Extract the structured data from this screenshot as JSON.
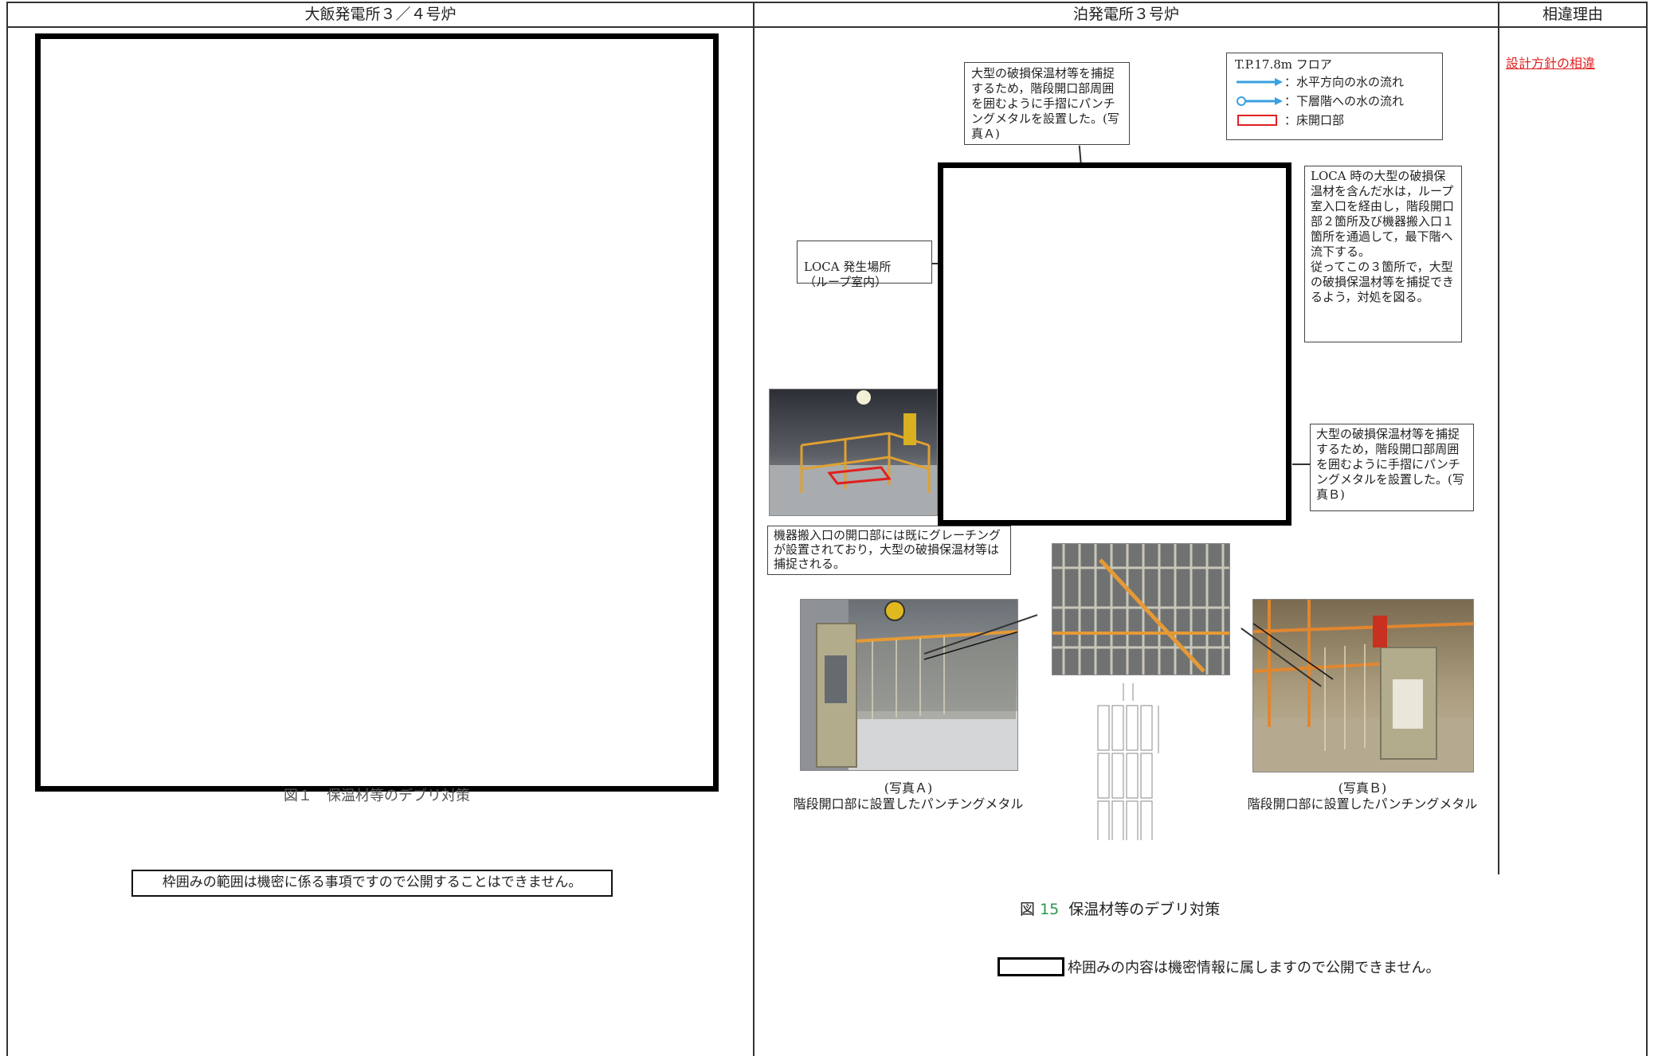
{
  "headers": {
    "col1": "大飯発電所３／４号炉",
    "col2": "泊発電所３号炉",
    "col3": "相違理由"
  },
  "left": {
    "figure_caption": "図１　保温材等のデブリ対策",
    "confidential_note": "枠囲みの範囲は機密に係る事項ですので公開することはできません。"
  },
  "right": {
    "callout_top": "大型の破損保温材等を捕捉するため，階段開口部周囲を囲むように手摺にパンチングメタルを設置した。(写真Ａ)",
    "legend": {
      "title": "T.P.17.8m フロア",
      "items": [
        {
          "label": "：水平方向の水の流れ",
          "icon": "arrow-horizontal-flow"
        },
        {
          "label": "：下層階への水の流れ",
          "icon": "arrow-downward-flow"
        },
        {
          "label": "：床開口部",
          "icon": "red-rectangle"
        }
      ],
      "colors": {
        "flow": "#3aa0e0",
        "opening": "#e02020"
      }
    },
    "callout_loca": "LOCA 発生場所\n（ループ室内）",
    "callout_right_top": "LOCA 時の大型の破損保温材を含んだ水は，ループ室入口を経由し，階段開口部２箇所及び機器搬入口１箇所を通過して，最下階へ流下する。\n従ってこの３箇所で，大型の破損保温材等を捕捉できるよう，対処を図る。",
    "callout_right_bottom": "大型の破損保温材等を捕捉するため，階段開口部周囲を囲むように手摺にパンチングメタルを設置した。(写真Ｂ)",
    "callout_equipment": "機器搬入口の開口部には既にグレーチングが設置されており，大型の破損保温材等は捕捉される。",
    "photo_a_caption_1": "(写真Ａ)",
    "photo_a_caption_2": "階段開口部に設置したパンチングメタル",
    "photo_b_caption_1": "(写真Ｂ)",
    "photo_b_caption_2": "階段開口部に設置したパンチングメタル",
    "figure_caption_prefix": "図",
    "figure_number": "15",
    "figure_caption_text": "保温材等のデブリ対策",
    "confidential_note": "枠囲みの内容は機密情報に属しますので公開できません。"
  },
  "reason": {
    "link": "設計方針の相違",
    "color": "#e02020"
  }
}
